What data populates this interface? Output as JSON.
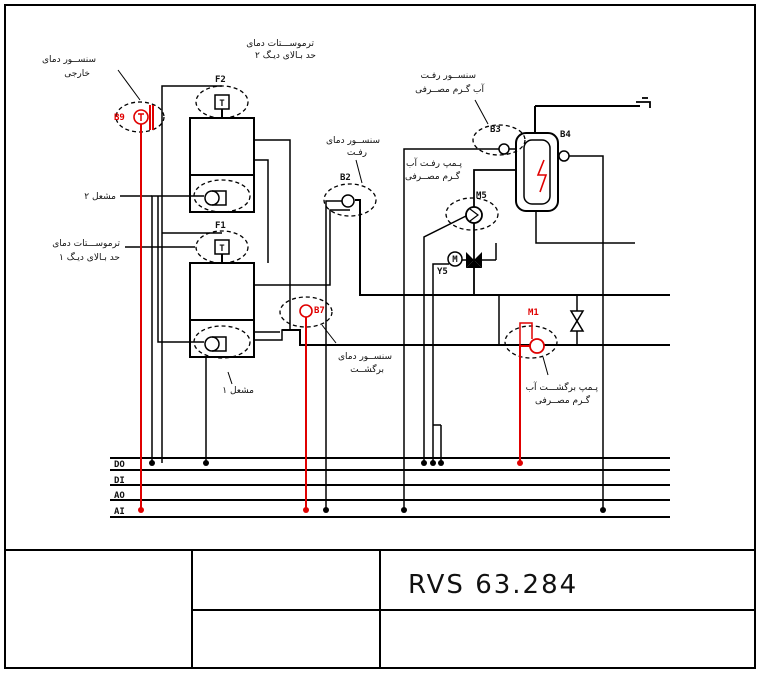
{
  "colors": {
    "line": "#000000",
    "highlight": "#e00000",
    "background": "#ffffff"
  },
  "labels": {
    "outdoor_sensor": [
      "سنســور دمای",
      "خارجی"
    ],
    "thermostat_2": [
      "ترموســـتات دمای",
      "حد بـالای دیـگ ۲"
    ],
    "dhw_flow_sensor": [
      "سنســور رفـت",
      "آب گـرم مصــرفی"
    ],
    "flow_temp_sensor": [
      "سنســور دمای",
      "رفـت"
    ],
    "burner_2": [
      "مشعل ۲"
    ],
    "dhw_flow_pump": [
      "پـمپ رفـت آب",
      "گـرم مصــرفی"
    ],
    "thermostat_1": [
      "ترموســـتات دمای",
      "حد بـالای دیـگ ۱"
    ],
    "return_temp_sensor": [
      "سنســور دمای",
      "برگشــت"
    ],
    "dhw_return_pump": [
      "پـمپ برگشـــت آب",
      "گـرم مصــرفی"
    ],
    "burner_1": [
      "مشعل ۱"
    ]
  },
  "tags": {
    "B9": "B9",
    "F2": "F2",
    "F1": "F1",
    "B2": "B2",
    "B3": "B3",
    "B4": "B4",
    "M5": "M5",
    "Y5": "Y5",
    "M1": "M1",
    "B7": "B7",
    "T": "T",
    "M": "M"
  },
  "bus": {
    "DO": "DO",
    "DI": "DI",
    "AO": "AO",
    "AI": "AI"
  },
  "title_block": {
    "model": "RVS 63.284"
  }
}
